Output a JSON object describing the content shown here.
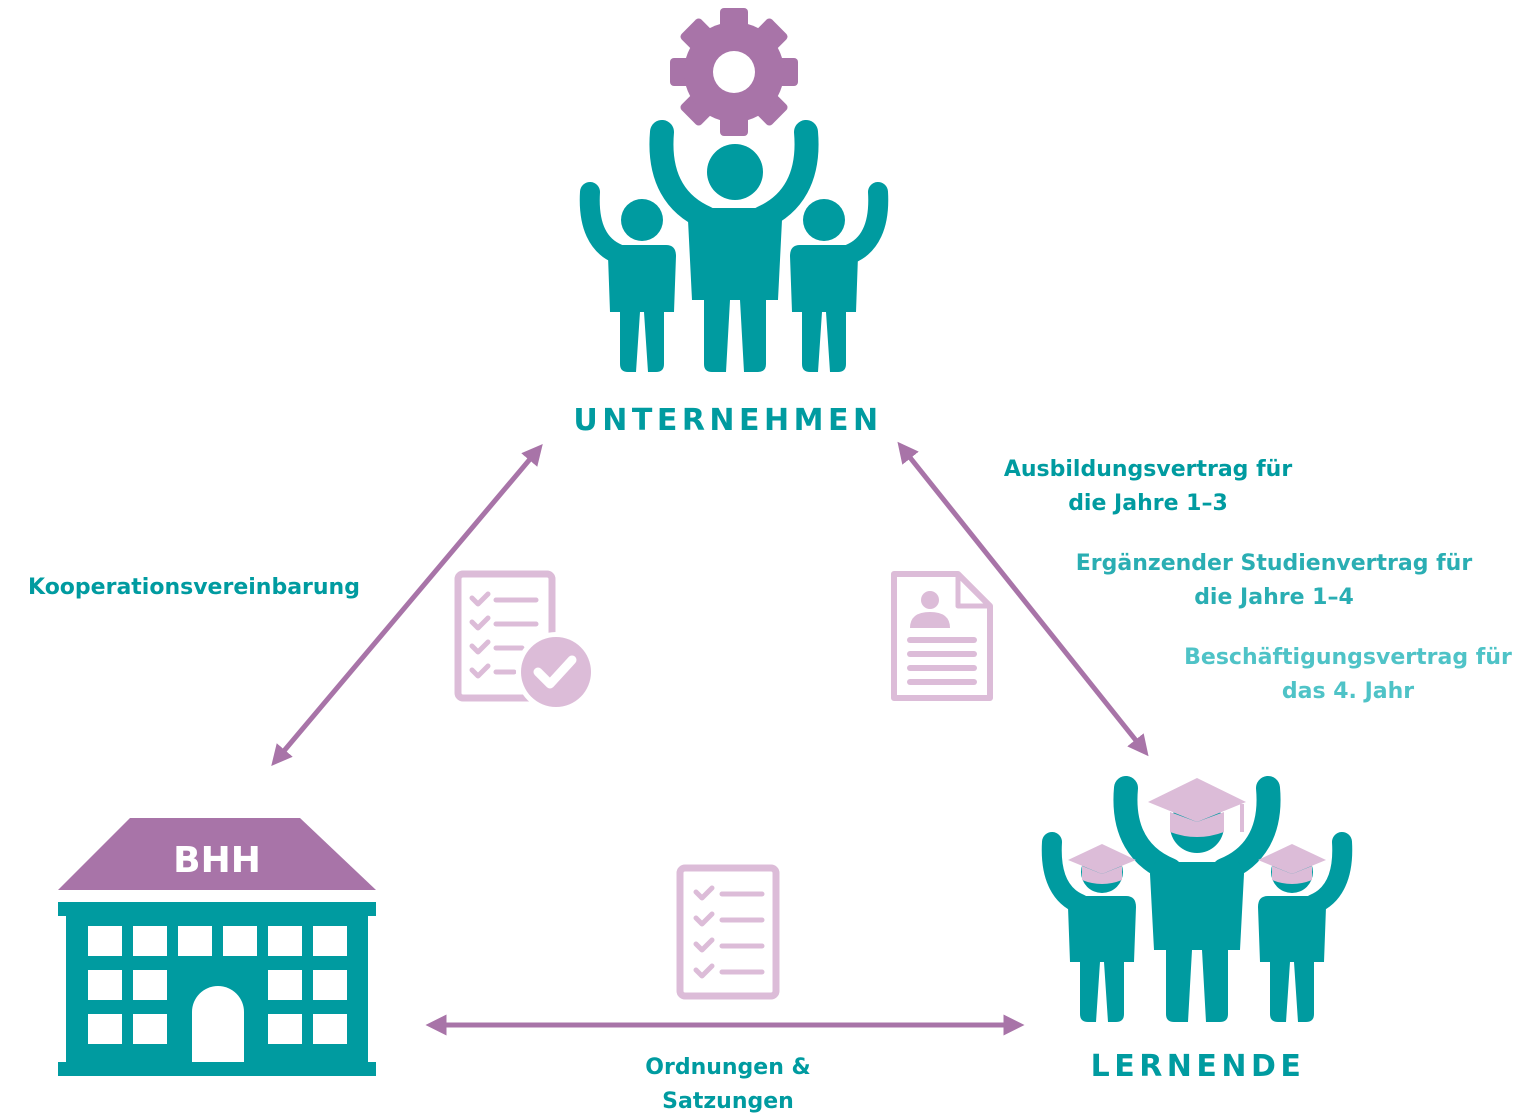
{
  "colors": {
    "teal": "#009ba0",
    "teal_light": "#4fc3c7",
    "purple": "#a874a8",
    "purple_light": "#dcbcd8",
    "white": "#ffffff"
  },
  "nodes": {
    "company": {
      "label": "UNTERNEHMEN",
      "icon": "team-gear-icon"
    },
    "school": {
      "label": "BHH",
      "icon": "school-building-icon"
    },
    "learners": {
      "label": "LERNENDE",
      "icon": "graduates-icon"
    }
  },
  "links": {
    "school_company": {
      "label": "Kooperationsvereinbarung",
      "doc_icon": "checklist-approved-icon"
    },
    "company_learners": {
      "contract1_line1": "Ausbildungsvertrag für",
      "contract1_line2": "die Jahre 1–3",
      "contract2_line1": "Ergänzender Studienvertrag für",
      "contract2_line2": "die Jahre 1–4",
      "contract3_line1": "Beschäftigungsvertrag für",
      "contract3_line2": "das 4. Jahr",
      "doc_icon": "profile-document-icon"
    },
    "school_learners": {
      "label_line1": "Ordnungen &",
      "label_line2": "Satzungen",
      "doc_icon": "checklist-icon"
    }
  }
}
